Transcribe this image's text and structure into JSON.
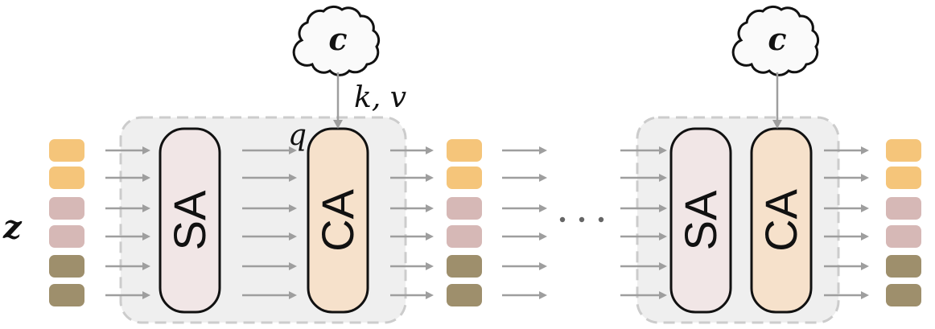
{
  "labels": {
    "z": "z",
    "c": "c",
    "kv": "k, v",
    "q": "q",
    "sa": "SA",
    "ca": "CA"
  },
  "colors": {
    "token_yellow": "#f5c57a",
    "token_pink": "#d6b8b6",
    "token_olive": "#9e8f6c",
    "sa_fill": "#f1e6e6",
    "ca_fill": "#f6e1cb",
    "block_bg": "#efefef",
    "arrow": "#9e9e9e"
  },
  "token_colors": [
    "token_yellow",
    "token_yellow",
    "token_pink",
    "token_pink",
    "token_olive",
    "token_olive"
  ],
  "icons": [
    "cloud-icon",
    "ellipsis-icon",
    "arrow-icon"
  ]
}
